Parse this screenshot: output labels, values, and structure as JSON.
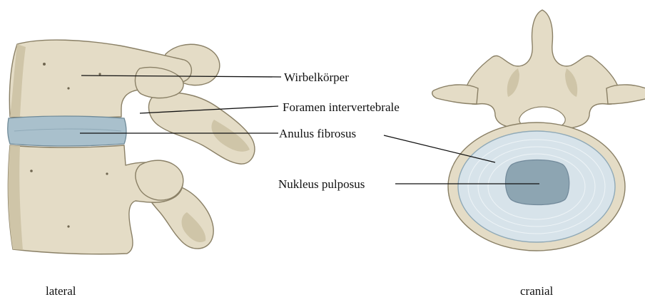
{
  "labels": {
    "vertebral_body": "Wirbelkörper",
    "foramen": "Foramen intervertebrale",
    "anulus": "Anulus fibrosus",
    "nucleus": "Nukleus pulposus"
  },
  "captions": {
    "left": "lateral",
    "right": "cranial"
  },
  "colors": {
    "bone": "#e4dcc6",
    "bone_outline": "#8a8066",
    "disc_outer": "#a9c0cc",
    "anulus": "#d7e3ea",
    "nucleus": "#8da5b2"
  }
}
